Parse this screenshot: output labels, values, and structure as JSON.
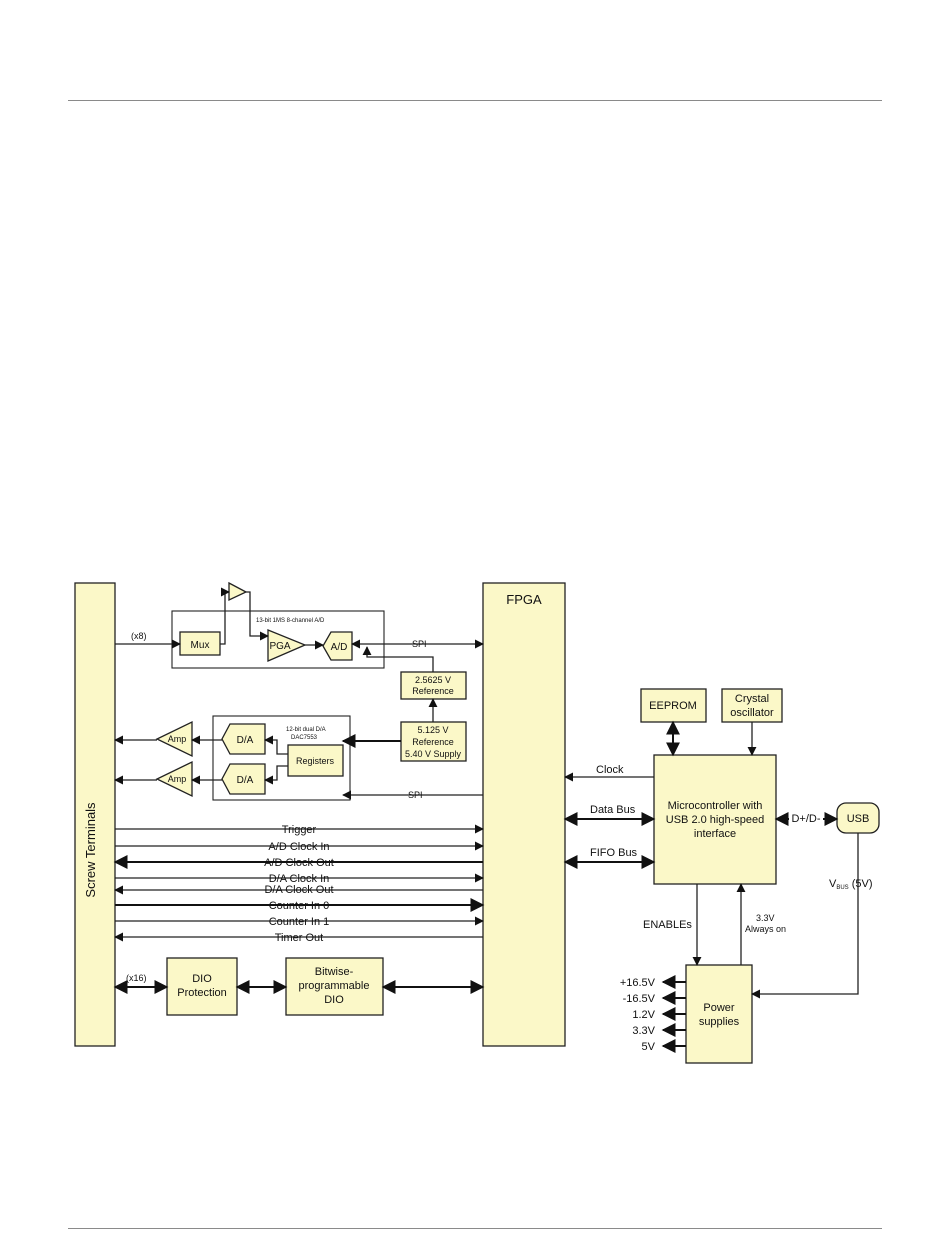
{
  "blocks": {
    "screw_terminals": "Screw Terminals",
    "fpga": "FPGA",
    "mux": "Mux",
    "pga": "PGA",
    "ad": "A/D",
    "ad_title": "13-bit 1MS 8-channel A/D",
    "ref1_line1": "2.5625 V",
    "ref1_line2": "Reference",
    "ref2_line1": "5.125 V",
    "ref2_line2": "Reference",
    "ref2_line3": "5.40 V Supply",
    "da_title_line1": "12-bit dual D/A",
    "da_title_line2": "DAC7553",
    "da1": "D/A",
    "da2": "D/A",
    "registers": "Registers",
    "amp1": "Amp",
    "amp2": "Amp",
    "dio_protection_line1": "DIO",
    "dio_protection_line2": "Protection",
    "bitwise_line1": "Bitwise-",
    "bitwise_line2": "programmable",
    "bitwise_line3": "DIO",
    "eeprom": "EEPROM",
    "crystal_line1": "Crystal",
    "crystal_line2": "oscillator",
    "micro_line1": "Microcontroller with",
    "micro_line2": "USB 2.0 high-speed",
    "micro_line3": "interface",
    "usb": "USB",
    "power_line1": "Power",
    "power_line2": "supplies"
  },
  "labels": {
    "x8": "(x8)",
    "x16": "(x16)",
    "spi1": "SPI",
    "spi2": "SPI",
    "trigger": "Trigger",
    "ad_clock_in": "A/D Clock In",
    "ad_clock_out": "A/D Clock Out",
    "da_clock_in": "D/A Clock In",
    "da_clock_out": "D/A Clock Out",
    "counter_in_0": "Counter In 0",
    "counter_in_1": "Counter In 1",
    "timer_out": "Timer Out",
    "clock": "Clock",
    "data_bus": "Data Bus",
    "fifo_bus": "FIFO Bus",
    "d_plus_minus": "D+/D-",
    "vbus_v": "V",
    "vbus_sub": "BUS",
    "vbus_rest": " (5V)",
    "enables": "ENABLEs",
    "v33_line1": "3.3V",
    "v33_line2": "Always on",
    "rails": [
      "+16.5V",
      "-16.5V",
      "1.2V",
      "3.3V",
      "5V"
    ]
  }
}
